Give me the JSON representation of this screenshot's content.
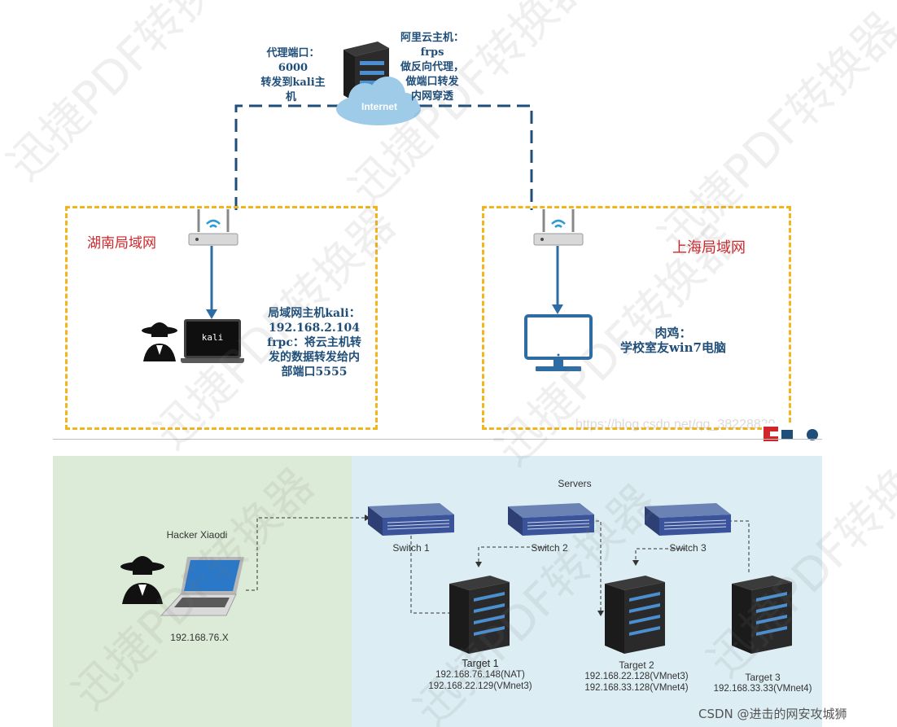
{
  "top": {
    "cloud_label": "Internet",
    "proxy_note": [
      "代理端口：",
      "6000",
      "转发到kali主",
      "机"
    ],
    "aliyun_note": [
      "阿里云主机：",
      "frps",
      "做反向代理，",
      "做端口转发",
      "内网穿透"
    ],
    "hunan_lan": "湖南局域网",
    "shanghai_lan": "上海局域网",
    "kali_note": [
      "局域网主机kali：",
      "192.168.2.104",
      "frpc：将云主机转",
      "发的数据转发给内",
      "部端口5555"
    ],
    "laptop_screen": "kali",
    "zombie_note": [
      "肉鸡：",
      "学校室友win7电脑"
    ],
    "blog_watermark": "https://blog.csdn.net/qq_38228830"
  },
  "bottom": {
    "hacker_label": "Hacker Xiaodi",
    "hacker_ip": "192.168.76.X",
    "servers_label": "Servers",
    "switches": [
      "Switch 1",
      "Switch 2",
      "Switch 3"
    ],
    "targets": [
      {
        "name": "Target 1",
        "ips": [
          "192.168.76.148(NAT)",
          "192.168.22.129(VMnet3)"
        ]
      },
      {
        "name": "Target 2",
        "ips": [
          "192.168.22.128(VMnet3)",
          "192.168.33.128(VMnet4)"
        ]
      },
      {
        "name": "Target 3",
        "ips": [
          "192.168.33.33(VMnet4)"
        ]
      }
    ]
  },
  "footer_credit": "CSDN @进击的网安攻城狮",
  "overlay_watermark": "迅捷PDF转换器",
  "colors": {
    "lan_border": "#f2b51d",
    "link_blue": "#2e6da4",
    "zone_green": "#dcebd7",
    "zone_blue": "#dcedf3",
    "label_red": "#d0262b"
  }
}
